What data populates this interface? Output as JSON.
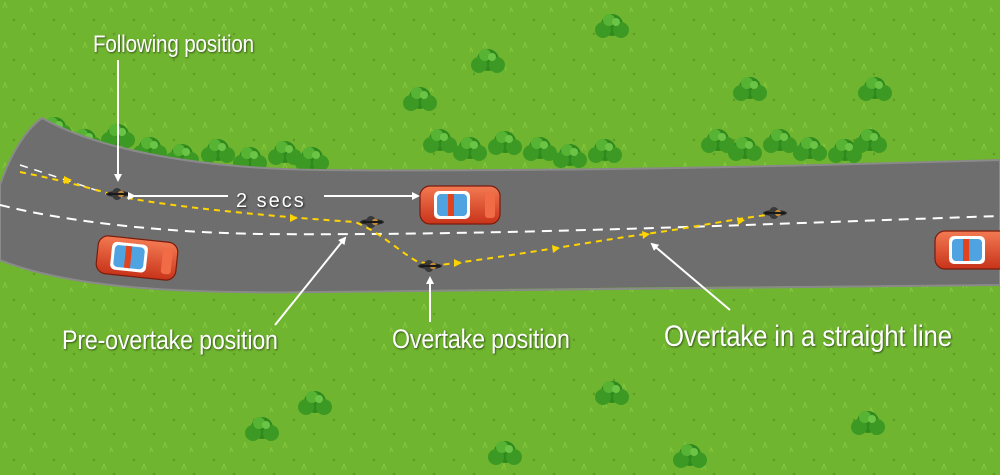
{
  "labels": {
    "following": "Following position",
    "pre_overtake": "Pre-overtake position",
    "overtake": "Overtake position",
    "straight_line": "Overtake in a straight line",
    "gap": "2 secs"
  },
  "colors": {
    "grass": "#6fb52f",
    "road": "#6e6e6e",
    "centre_line": "#ffffff",
    "path": "#ffd400",
    "car_body": "#e2431f",
    "car_glass": "#4fa3e0",
    "label_text": "#ffffff"
  },
  "icons": {
    "cyclist": "cyclist-icon",
    "car": "car-icon",
    "bush": "bush-icon"
  }
}
